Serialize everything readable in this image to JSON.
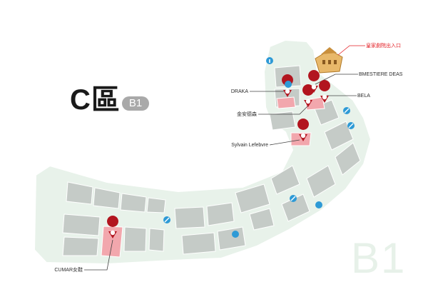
{
  "header": {
    "zone_title": "C區",
    "floor_badge": "B1"
  },
  "watermark": "B1",
  "landmark": {
    "label": "皇家劇院出入口",
    "color": "#e31e24"
  },
  "stores": {
    "draka": "DRAKA",
    "bmestiere": "BMESTIERE DEAS",
    "bela": "BELA",
    "jinan": "金安德森",
    "sylvain": "Sylvain Lefebvre",
    "cumar": "CUMAR女鞋"
  },
  "colors": {
    "floor": "#e8f2ea",
    "store_block": "#c5cbc7",
    "highlight_store": "#f2a7ad",
    "pin": "#b2151f",
    "icon": "#2e9ad6",
    "title": "#1a1a1a"
  },
  "icons": [
    "info-icon",
    "elevator-icon",
    "escalator-icon",
    "restroom-icon"
  ]
}
